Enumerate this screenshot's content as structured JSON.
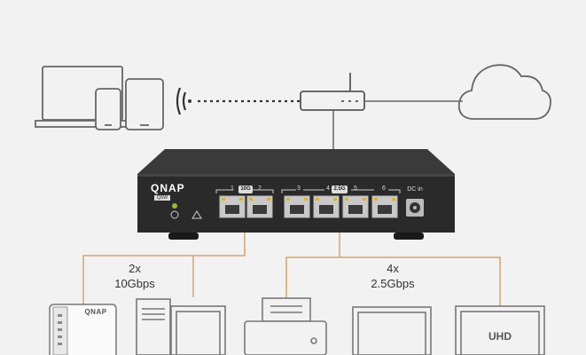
{
  "switch": {
    "brand": "QNAP",
    "model_badge": "QSW",
    "port_labels": [
      "1",
      "2",
      "3",
      "4",
      "5",
      "6"
    ],
    "speed_badge_10g": "10G",
    "speed_badge_25g": "2.5G",
    "dc_label": "DC in"
  },
  "groups": {
    "ten_g_count": "2x",
    "ten_g_speed": "10Gbps",
    "two_five_g_count": "4x",
    "two_five_g_speed": "2.5Gbps"
  },
  "devices": {
    "nas_brand": "QNAP",
    "tv_label": "UHD"
  },
  "colors": {
    "background": "#f2f2f2",
    "line_icon": "#666666",
    "connector_orange": "#d9a36a",
    "switch_body": "#2a2a2a"
  }
}
